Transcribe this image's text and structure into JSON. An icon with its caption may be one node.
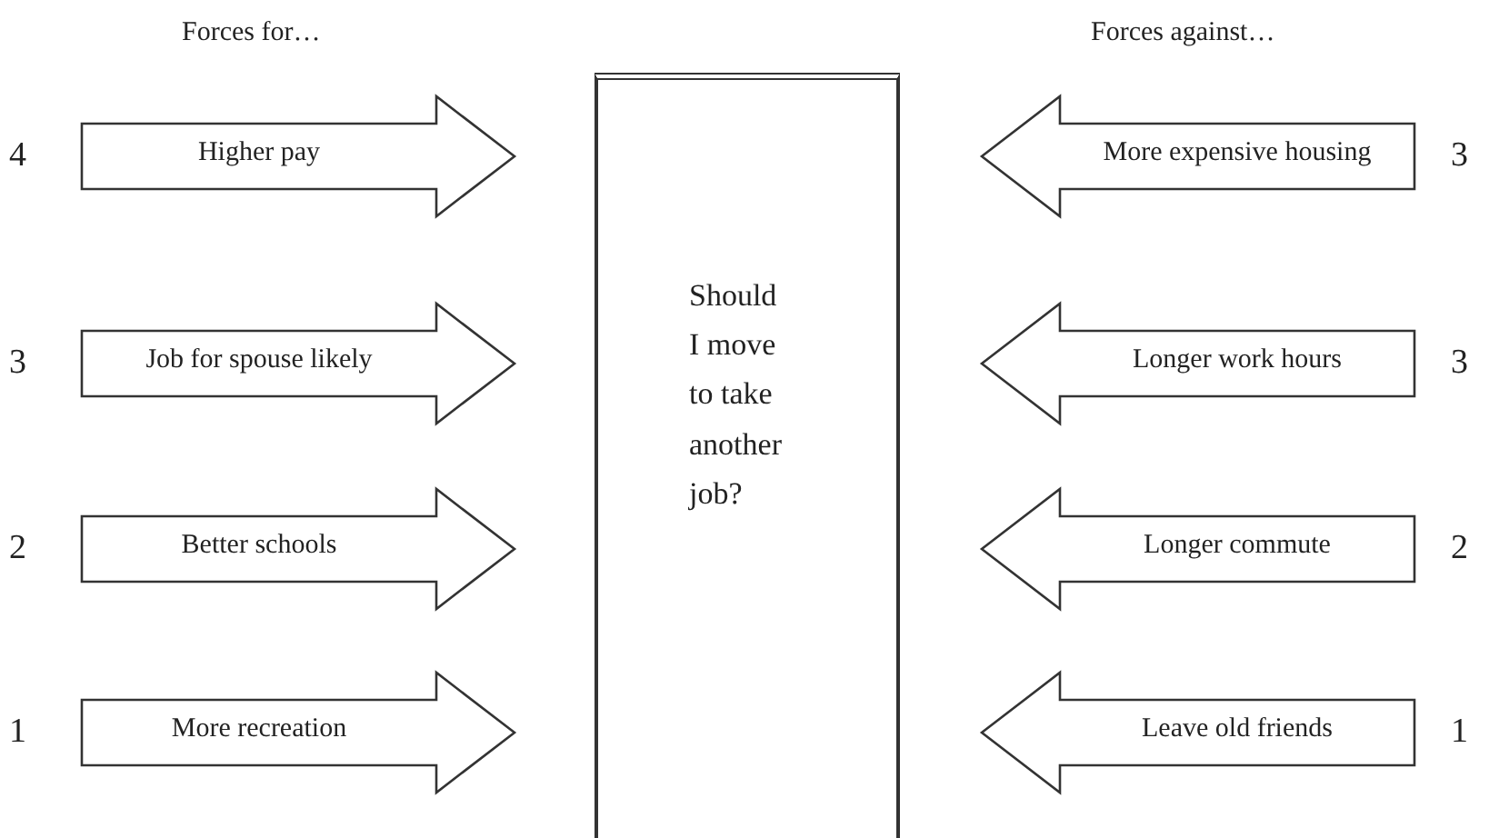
{
  "diagram": {
    "nodes": [
      {
        "text": [
          "Should I move to take another job?"
        ]
      },
      {
        "text": [
          "Higher pay"
        ],
        "beside": [
          "4"
        ]
      },
      {
        "text": [
          "More expensive housing"
        ],
        "beside": [
          "3"
        ]
      },
      {
        "text": [
          "Job for spouse likely"
        ],
        "beside": [
          "3"
        ]
      },
      {
        "text": [
          "Longer work hours"
        ],
        "beside": [
          "3"
        ]
      },
      {
        "text": [
          "Better schools"
        ],
        "beside": [
          "2"
        ]
      },
      {
        "text": [
          "Longer commute"
        ],
        "beside": [
          "2"
        ]
      },
      {
        "text": [
          "More recreation"
        ],
        "beside": [
          "1"
        ]
      },
      {
        "text": [
          "Leave old friends"
        ],
        "beside": [
          "1"
        ]
      }
    ],
    "labels": [
      "Forces for…",
      "Forces against…"
    ]
  }
}
